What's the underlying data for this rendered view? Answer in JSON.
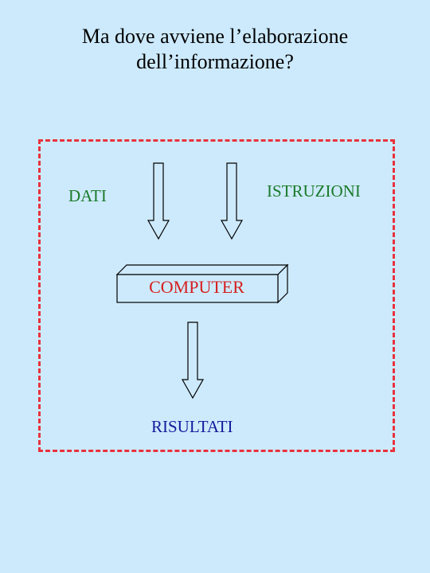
{
  "title": {
    "line1": "Ma dove avviene l’elaborazione",
    "line2": "dell’informazione?"
  },
  "labels": {
    "dati": "DATI",
    "istruzioni": "ISTRUZIONI",
    "computer": "COMPUTER",
    "risultati": "RISULTATI"
  },
  "colors": {
    "background": "#cdeafd",
    "frame": "#e8323c",
    "input_labels": "#1a7a2a",
    "computer_label": "#d5201e",
    "output_label": "#14199a"
  },
  "icons": [
    "down-arrow-icon",
    "box-3d-icon"
  ]
}
